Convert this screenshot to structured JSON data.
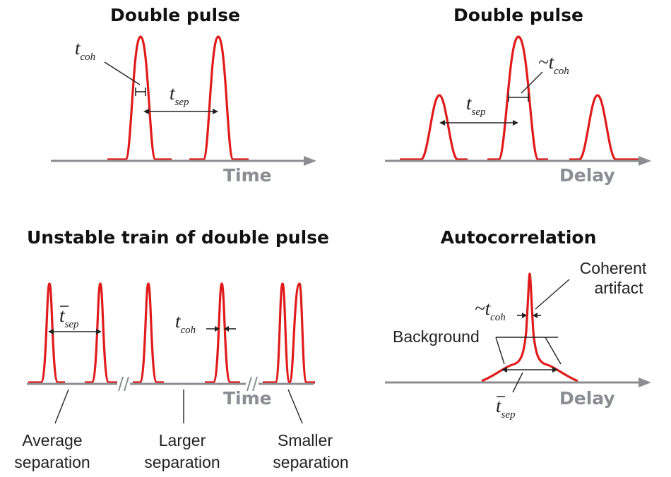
{
  "panels": {
    "top_left": {
      "title": "Double pulse",
      "axis_label": "Time",
      "t_coh": {
        "symbol": "t",
        "subscript": "coh"
      },
      "t_sep": {
        "symbol": "t",
        "subscript": "sep"
      }
    },
    "top_right": {
      "title": "Double pulse",
      "axis_label": "Delay",
      "t_coh": {
        "prefix": "~",
        "symbol": "t",
        "subscript": "coh"
      },
      "t_sep": {
        "symbol": "t",
        "subscript": "sep"
      }
    },
    "bottom_left": {
      "title": "Unstable train of double pulse",
      "axis_label": "Time",
      "t_sep_avg": {
        "symbol": "t",
        "subscript": "sep"
      },
      "t_coh": {
        "symbol": "t",
        "subscript": "coh"
      },
      "captions": [
        {
          "line1": "Average",
          "line2": "separation"
        },
        {
          "line1": "Larger",
          "line2": "separation"
        },
        {
          "line1": "Smaller",
          "line2": "separation"
        }
      ]
    },
    "bottom_right": {
      "title": "Autocorrelation",
      "axis_label": "Delay",
      "coherent_artifact": {
        "line1": "Coherent",
        "line2": "artifact"
      },
      "background_label": "Background",
      "t_coh": {
        "prefix": "~",
        "symbol": "t",
        "subscript": "coh"
      },
      "t_sep_avg": {
        "symbol": "t",
        "subscript": "sep"
      }
    }
  },
  "colors": {
    "pulse": "#e01b1b",
    "axis": "#8a8d92",
    "text": "#222222"
  }
}
